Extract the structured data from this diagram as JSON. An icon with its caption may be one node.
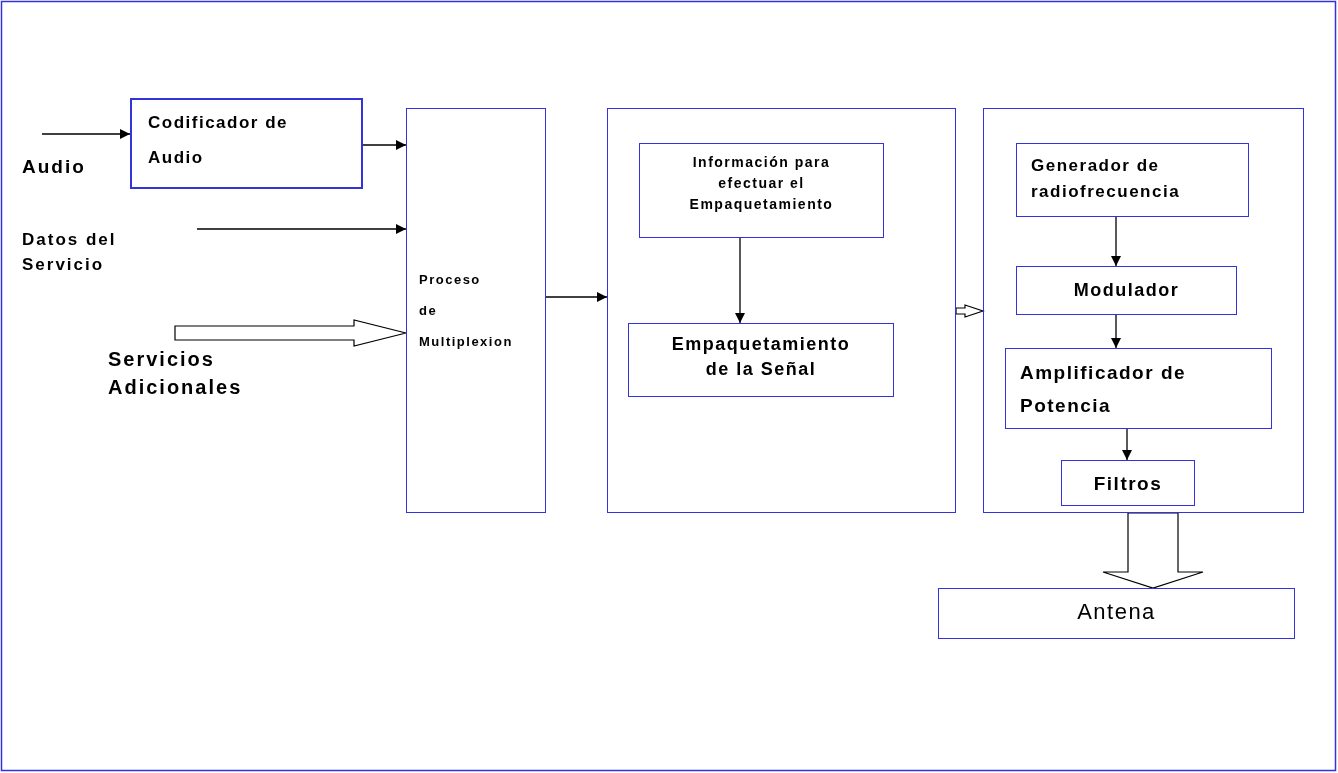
{
  "diagram": {
    "nodes": [
      {
        "text": [
          "Codificador de Audio"
        ]
      },
      {
        "text": [
          "Proceso de Multiplexion"
        ]
      },
      {
        "text": [],
        "shape": "box"
      },
      {
        "text": [
          "Información para efectuar el Empaquetamiento"
        ],
        "in": 2
      },
      {
        "text": [
          "Empaquetamiento de la Señal"
        ],
        "in": 2
      },
      {
        "text": [],
        "shape": "box"
      },
      {
        "text": [
          "Generador de radiofrecuencia"
        ],
        "in": 5
      },
      {
        "text": [
          "Modulador"
        ],
        "in": 5
      },
      {
        "text": [
          "Amplificador de Potencia"
        ],
        "in": 5
      },
      {
        "text": [
          "Filtros"
        ],
        "in": 5
      },
      {
        "text": [
          "Antena"
        ]
      }
    ],
    "edges": [
      {
        "from": null,
        "to": 0,
        "arrow": "to"
      },
      {
        "from": 0,
        "to": 1,
        "arrow": "to"
      },
      {
        "from": null,
        "to": 1,
        "arrow": "to"
      },
      {
        "from": null,
        "to": 1,
        "arrow": "to",
        "style": "thick"
      },
      {
        "from": 1,
        "to": 2,
        "arrow": "to"
      },
      {
        "from": 3,
        "to": 4,
        "arrow": "to"
      },
      {
        "from": 2,
        "to": 5,
        "arrow": "to",
        "style": "thick"
      },
      {
        "from": 6,
        "to": 7,
        "arrow": "to"
      },
      {
        "from": 7,
        "to": 8,
        "arrow": "to"
      },
      {
        "from": 8,
        "to": 9,
        "arrow": "to"
      },
      {
        "from": 5,
        "to": 10,
        "arrow": "to",
        "style": "thick"
      }
    ],
    "labels": [
      "Audio",
      "Datos del Servicio",
      "Servicios Adicionales"
    ]
  }
}
